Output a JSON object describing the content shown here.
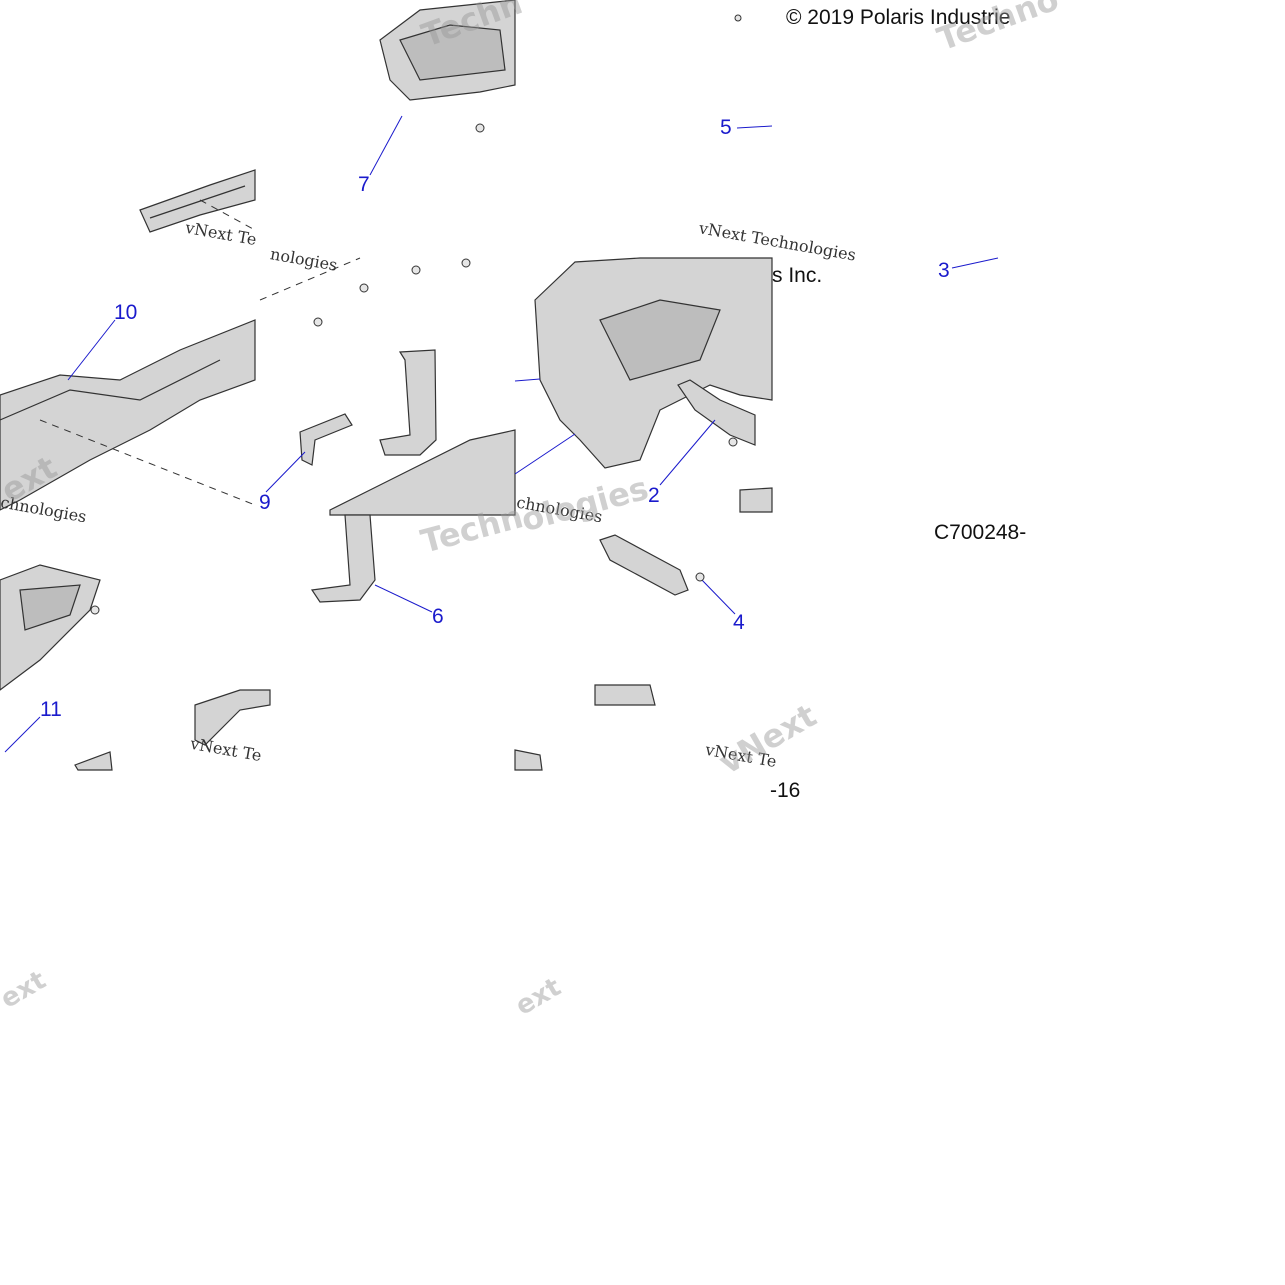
{
  "header": {
    "copyright": "© 2019 Polaris Industrie",
    "copyright_fragment": "s Inc."
  },
  "figure": {
    "code": "C700248-",
    "code_suffix": "-16"
  },
  "watermarks": {
    "line": "vNext Technologies",
    "line_frag_1": "vNext Te",
    "line_frag_2": "chnologies",
    "line_frag_3": "vNext Te",
    "line_frag_4": "nologies",
    "line_frag_5": "chnologies",
    "ghost_1": "Techno",
    "ghost_2": "Techn",
    "ghost_3": "vNext",
    "ghost_4": "ext",
    "ghost_5": "ologies",
    "ghost_6": "Techn",
    "ghost_7": "ext"
  },
  "callouts": [
    {
      "id": "7",
      "label": "7"
    },
    {
      "id": "5",
      "label": "5"
    },
    {
      "id": "10",
      "label": "10"
    },
    {
      "id": "9",
      "label": "9"
    },
    {
      "id": "2",
      "label": "2"
    },
    {
      "id": "3",
      "label": "3"
    },
    {
      "id": "6",
      "label": "6"
    },
    {
      "id": "4",
      "label": "4"
    },
    {
      "id": "11",
      "label": "11"
    }
  ],
  "colors": {
    "callout": "#1a1acc",
    "part_fill": "#d4d4d4",
    "part_stroke": "#333333",
    "background": "#ffffff"
  }
}
